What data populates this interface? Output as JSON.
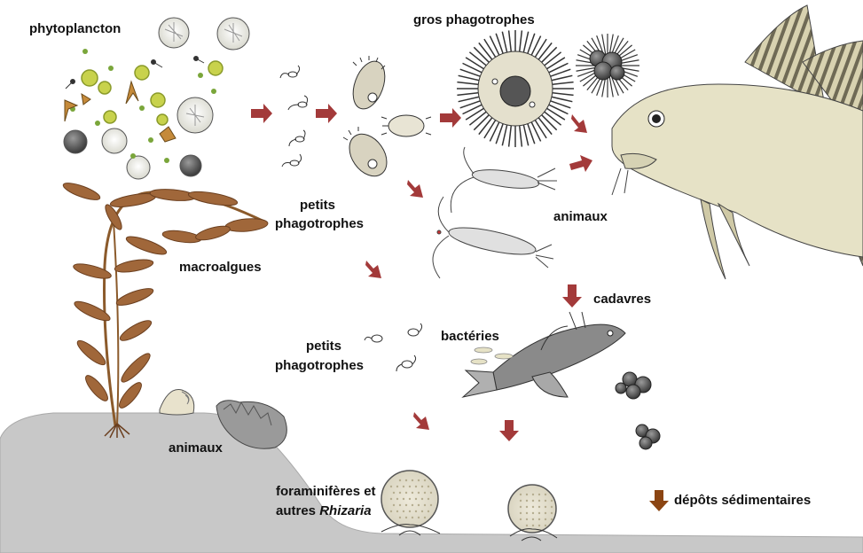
{
  "labels": {
    "phytoplankton": "phytoplancton",
    "large_phagotrophs": "gros phagotrophes",
    "small_phagotrophs_top_line1": "petits",
    "small_phagotrophs_top_line2": "phagotrophes",
    "animals_top": "animaux",
    "macroalgae": "macroalgues",
    "carcasses": "cadavres",
    "small_phagotrophs_bottom_line1": "petits",
    "small_phagotrophs_bottom_line2": "phagotrophes",
    "bacteria": "bactéries",
    "animals_bottom": "animaux",
    "foraminifera_line1": "foraminifères et",
    "foraminifera_line2_prefix": "autres ",
    "foraminifera_line2_italic": "Rhizaria",
    "sediment_legend": "dépôts sédimentaires"
  },
  "colors": {
    "flow_arrow": "#a33a3a",
    "sediment_arrow": "#8b4513",
    "seafloor": "#c8c8c8",
    "algae": "#a0673a",
    "fish_body": "#e6e2c6"
  }
}
